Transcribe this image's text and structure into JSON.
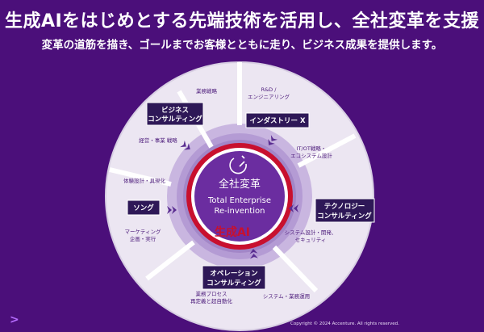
{
  "header": {
    "title": "生成AIをはじめとする先端技術を活用し、全社変革を支援",
    "subtitle": "変革の道筋を描き、ゴールまでお客様とともに走り、ビジネス成果を提供します。"
  },
  "center": {
    "label_ja": "全社変革",
    "label_en_1": "Total Enterprise",
    "label_en_2": "Re-invention",
    "ring_label": "生成AI"
  },
  "segments": [
    {
      "box_1": "ビジネス",
      "box_2": "コンサルティング",
      "tag_outer": "業務戦略",
      "tag_inner": "経営・事業 戦略"
    },
    {
      "box_1": "インダストリー X",
      "tag_outer_1": "R&D /",
      "tag_outer_2": "エンジニアリング",
      "tag_inner_1": "IT/OT戦略・",
      "tag_inner_2": "エコシステム設計"
    },
    {
      "box_1": "テクノロジー",
      "box_2": "コンサルティング",
      "tag_outer_1": "システム設計・開発、",
      "tag_outer_2": "セキュリティ"
    },
    {
      "box_1": "オペレーション",
      "box_2": "コンサルティング",
      "tag_outer": "システム・業務運用",
      "tag_inner_1": "業務プロセス",
      "tag_inner_2": "再定義と超自動化"
    },
    {
      "box_1": "ソング",
      "tag_outer_1": "マーケティング",
      "tag_outer_2": "企画・実行",
      "tag_inner": "体験設計・具現化"
    }
  ],
  "footer": {
    "copyright": "Copyright © 2024 Accenture. All rights reserved."
  }
}
